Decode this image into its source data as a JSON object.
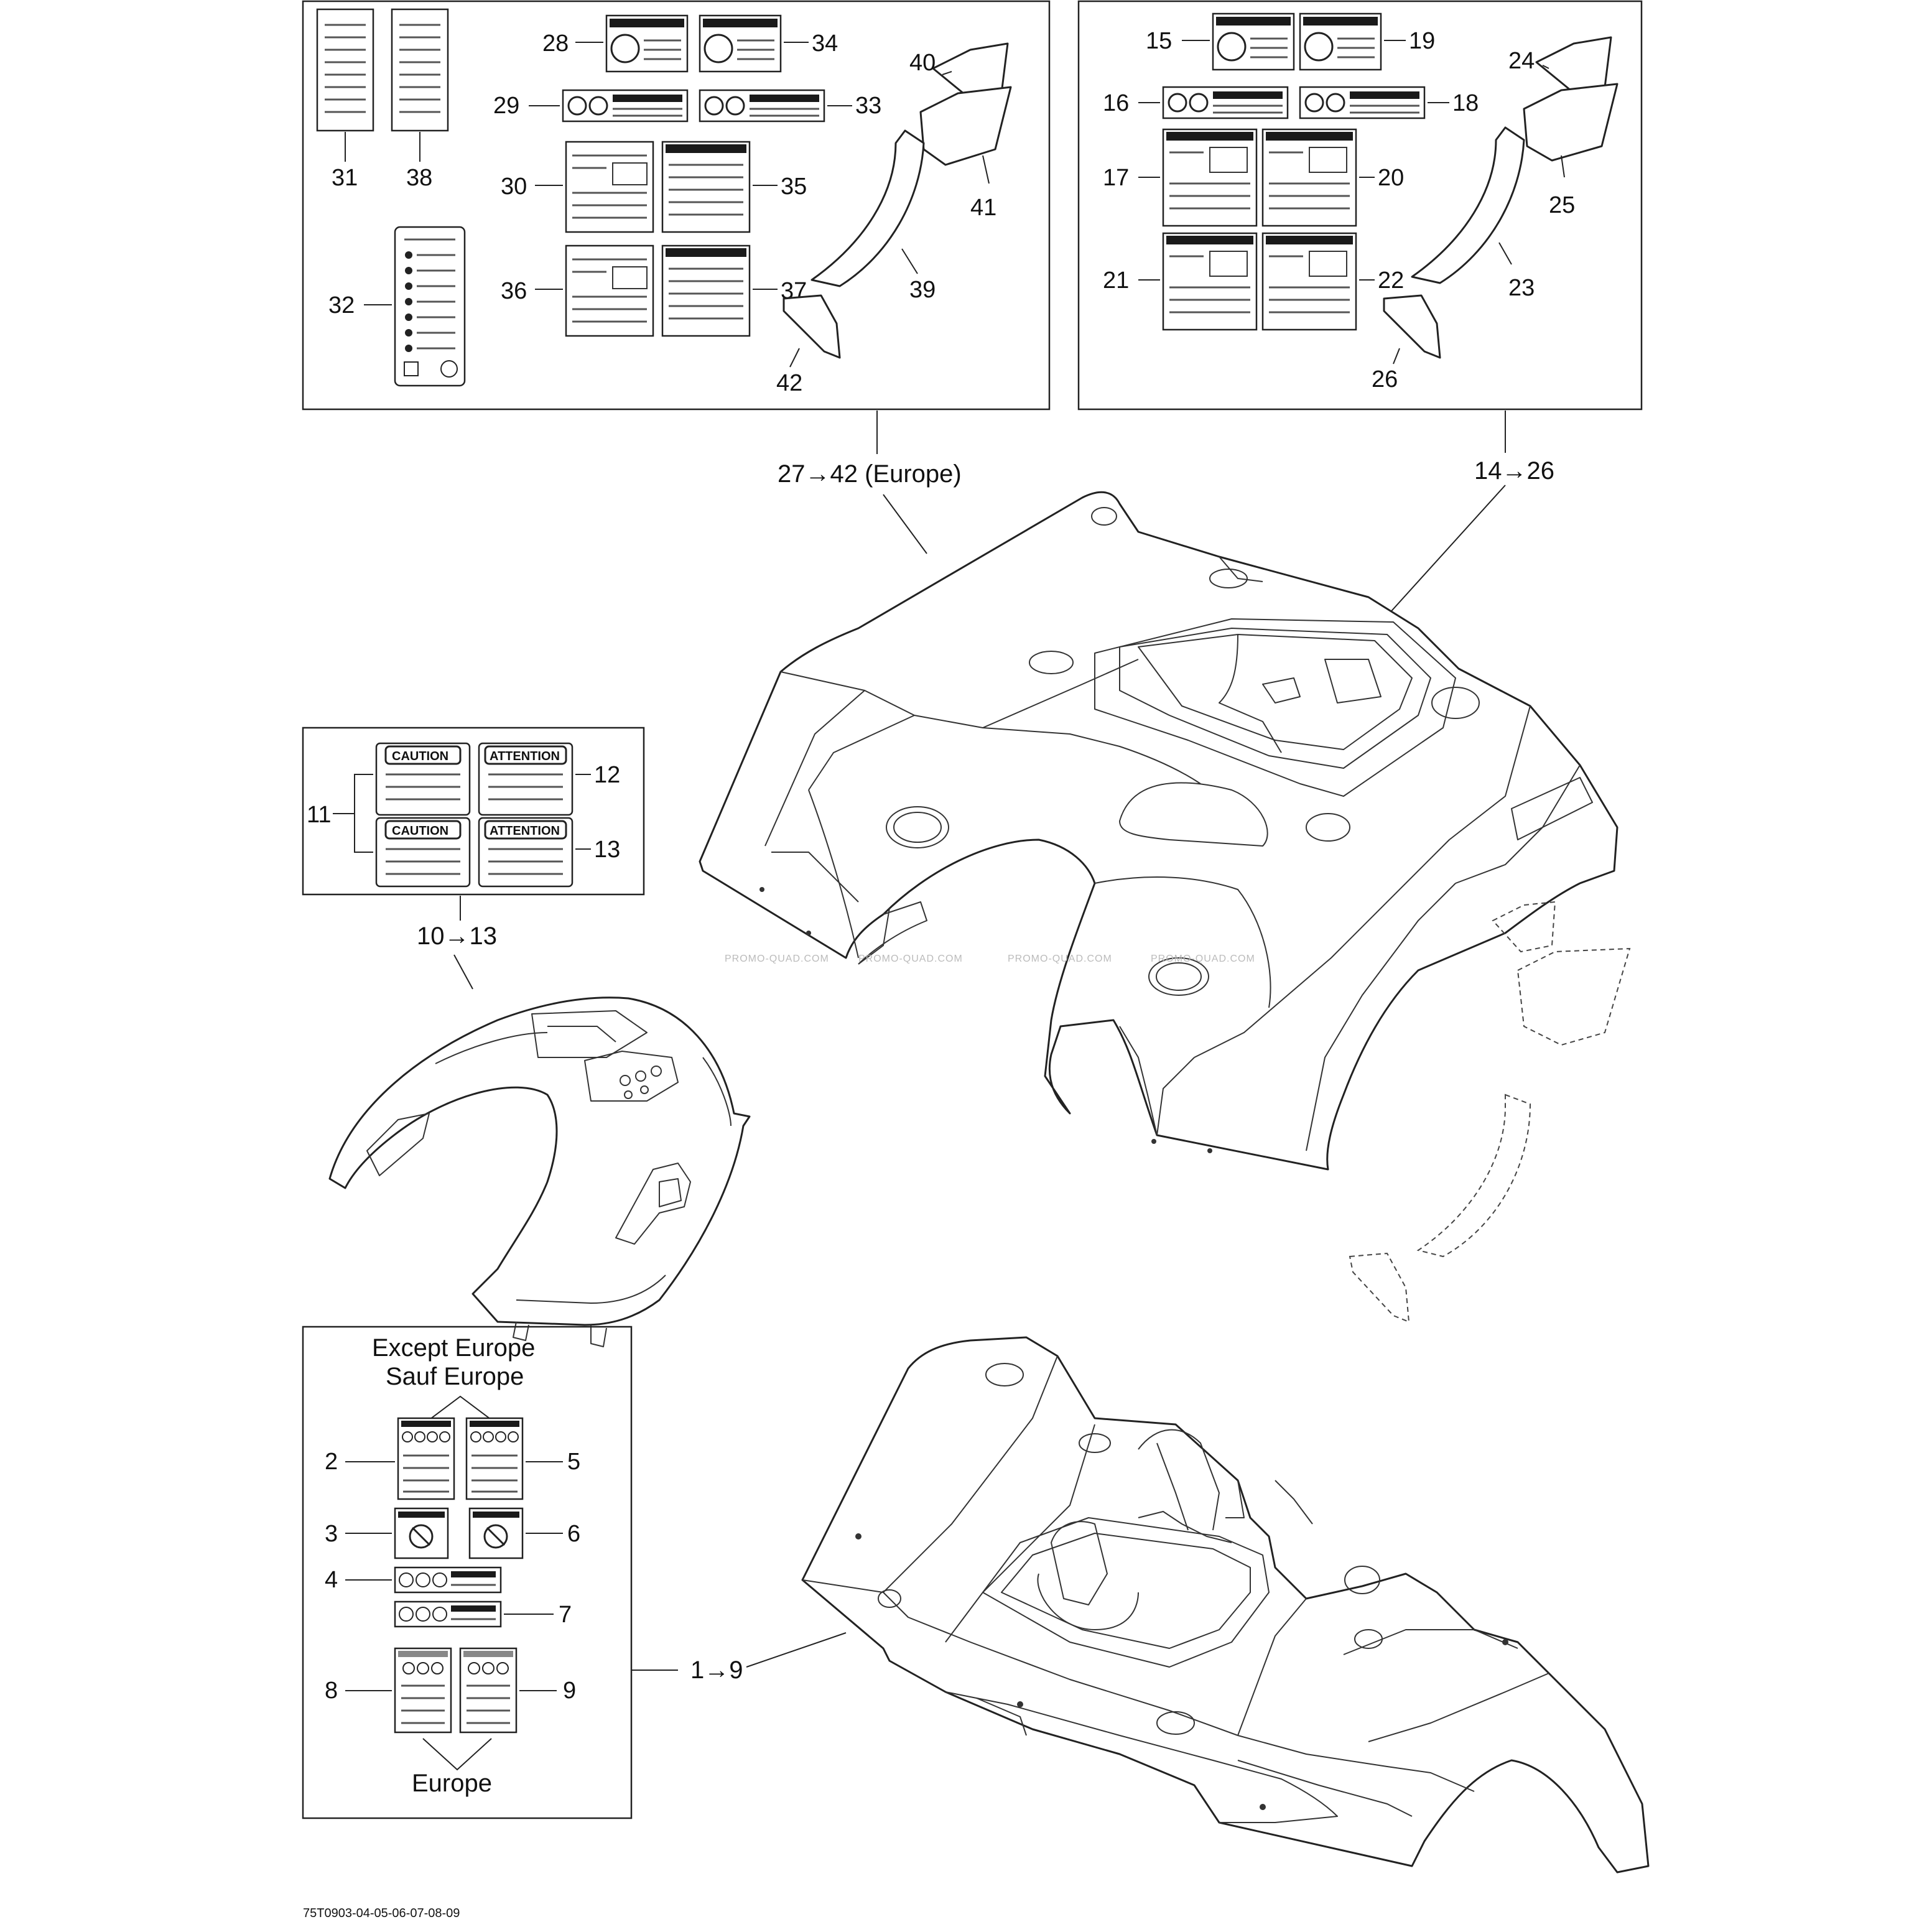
{
  "labels": {
    "n31": "31",
    "n38": "38",
    "n28": "28",
    "n34": "34",
    "n29": "29",
    "n33": "33",
    "n30": "30",
    "n35": "35",
    "n36": "36",
    "n37": "37",
    "n32": "32",
    "n40": "40",
    "n41": "41",
    "n39": "39",
    "n42": "42",
    "n15": "15",
    "n19": "19",
    "n16": "16",
    "n18": "18",
    "n17": "17",
    "n20": "20",
    "n21": "21",
    "n22": "22",
    "n24": "24",
    "n25": "25",
    "n23": "23",
    "n26": "26",
    "n11": "11",
    "n12": "12",
    "n13": "13",
    "n2": "2",
    "n5": "5",
    "n3": "3",
    "n6": "6",
    "n4": "4",
    "n7": "7",
    "n8": "8",
    "n9": "9"
  },
  "groups": {
    "europe_kit": "27→42 (Europe)",
    "kit_14_26": "14→26",
    "kit_10_13": "10→13",
    "kit_1_9": "1→9"
  },
  "decal_titles": {
    "caution_1": "CAUTION",
    "caution_2": "CAUTION",
    "attention_1": "ATTENTION",
    "attention_2": "ATTENTION"
  },
  "region_text": {
    "except_europe": "Except Europe",
    "sauf_europe": "Sauf Europe",
    "europe": "Europe"
  },
  "watermark": "PROMO-QUAD.COM",
  "diagram_code": "75T0903-04-05-06-07-08-09"
}
